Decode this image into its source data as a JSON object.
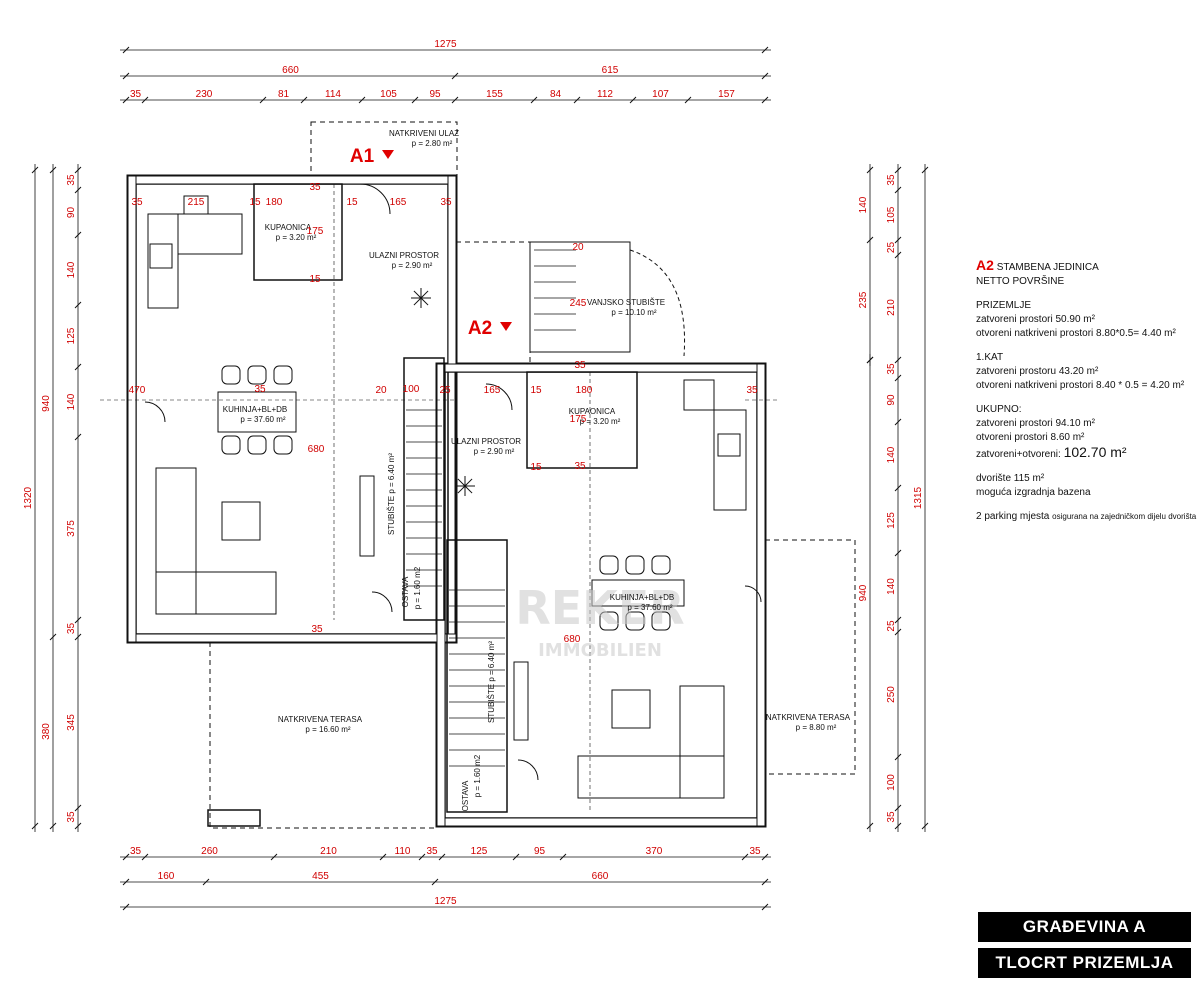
{
  "plan": {
    "top_dims": {
      "total": "1275",
      "split": [
        "660",
        "615"
      ],
      "detail": [
        "35",
        "230",
        "81",
        "114",
        "105",
        "95",
        "155",
        "84",
        "112",
        "107",
        "157"
      ]
    },
    "bottom_dims": {
      "detail": [
        "35",
        "260",
        "210",
        "110",
        "35",
        "125",
        "95",
        "370",
        "35"
      ],
      "split": [
        "160",
        "455",
        "660"
      ],
      "total": "1275"
    },
    "left_dims": {
      "total": "1320",
      "split": [
        "940",
        "380"
      ],
      "detail": [
        "35",
        "90",
        "140",
        "125",
        "140",
        "375",
        "35",
        "345",
        "35"
      ]
    },
    "right_dims": {
      "total": "1315",
      "split": [
        "140",
        "235",
        "940"
      ],
      "detail": [
        "35",
        "105",
        "25",
        "210",
        "35",
        "90",
        "140",
        "125",
        "140",
        "25",
        "250",
        "100",
        "35"
      ]
    },
    "inner_dims": [
      "35",
      "215",
      "180",
      "15",
      "15",
      "165",
      "35",
      "175",
      "15",
      "35",
      "470",
      "35",
      "680",
      "20",
      "100",
      "25",
      "35",
      "165",
      "15",
      "180",
      "35",
      "175",
      "15",
      "35",
      "680",
      "35",
      "20",
      "245"
    ],
    "unit_markers": [
      "A1",
      "A2"
    ],
    "rooms": [
      {
        "name": "NATKRIVENI ULAZ",
        "area": "p = 2.80 m²"
      },
      {
        "name": "KUPAONICA",
        "area": "p = 3.20 m²"
      },
      {
        "name": "ULAZNI PROSTOR",
        "area": "p = 2.90 m²"
      },
      {
        "name": "VANJSKO STUBIŠTE",
        "area": "p = 10.10 m²"
      },
      {
        "name": "KUHINJA+BL+DB",
        "area": "p = 37.60 m²"
      },
      {
        "name": "ULAZNI PROSTOR",
        "area": "p = 2.90 m²"
      },
      {
        "name": "KUPAONICA",
        "area": "p = 3.20 m²"
      },
      {
        "name": "KUHINJA+BL+DB",
        "area": "p = 37.60 m²"
      },
      {
        "name": "NATKRIVENA TERASA",
        "area": "p = 16.60 m²"
      },
      {
        "name": "NATKRIVENA TERASA",
        "area": "p = 8.80 m²"
      }
    ],
    "vertical_labels": [
      "STUBIŠTE p = 6.40 m²",
      "OSTAVA",
      "p = 1.60 m2",
      "STUBIŠTE p = 6.40 m²",
      "OSTAVA",
      "p = 1.60 m2"
    ],
    "watermark": {
      "line1": "REKER",
      "line2": "IMMOBILIEN"
    }
  },
  "info": {
    "unit_code": "A2",
    "unit_title": "STAMBENA JEDINICA",
    "subtitle": "NETTO POVRŠINE",
    "ground_heading": "PRIZEMLJE",
    "ground_closed": "zatvoreni prostori 50.90 m²",
    "ground_open": "otvoreni natkriveni prostori 8.80*0.5= 4.40 m²",
    "first_heading": "1.KAT",
    "first_closed": "zatvoreni prostoru  43.20 m²",
    "first_open": "otvoreni natkriveni  prostori 8.40 * 0.5 = 4.20 m²",
    "total_heading": "UKUPNO:",
    "total_closed": "zatvoreni prostori 94.10 m²",
    "total_open": "otvoreni prostori  8.60 m²",
    "total_sum_label": "zatvoreni+otvoreni:",
    "total_sum_value": "102.70 m²",
    "yard": "dvorište 115 m²",
    "pool": "moguća izgradnja bazena",
    "parking_main": "2 parking mjesta",
    "parking_note": "osigurana na zajedničkom dijelu dvorišta"
  },
  "titles": {
    "building": "GRAĐEVINA A",
    "plan": "TLOCRT PRIZEMLJA"
  }
}
